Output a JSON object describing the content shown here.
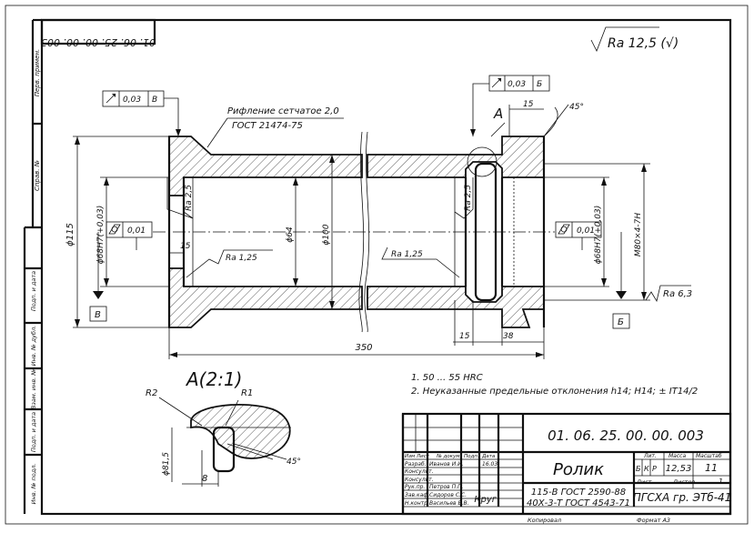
{
  "stamp_mirror": "01. 06. 25. 00. 00. 003",
  "roughness_general": "Ra 12,5 (√)",
  "left_strip": [
    "Перв. примен.",
    "Справ. №",
    "Подп. и дата",
    "Инв. № дубл.",
    "Взам. инв. №",
    "Подп. и дата",
    "Инв. № подл."
  ],
  "knurl_note": {
    "line1": "Рифление сетчатое 2,0",
    "line2": "ГОСТ 21474-75"
  },
  "tolerances": {
    "runout_left": {
      "value": "0,03",
      "datum": "В"
    },
    "runout_right": {
      "value": "0,03",
      "datum": "Б"
    },
    "cyl_left": {
      "value": "0,01"
    },
    "cyl_right": {
      "value": "0,01"
    }
  },
  "dims": {
    "d115": "ϕ115",
    "d68_left": "ϕ68H7(+0,03)",
    "d68_right": "ϕ68H7(+0,03)",
    "d64": "ϕ64",
    "d100": "ϕ100",
    "m80": "M80×4-7H",
    "len_350": "350",
    "len_15_top": "15",
    "len_15_left": "15",
    "len_15_bottom": "15",
    "len_38": "38",
    "angle_45": "45°",
    "ra25_left": "Ra 2,5",
    "ra25_right": "Ra 2,5",
    "ra125_left": "Ra 1,25",
    "ra125_right": "Ra 1,25",
    "ra63": "Ra 6,3",
    "datum_left": "В",
    "datum_right": "Б",
    "section_letter": "А"
  },
  "detail": {
    "title": "А(2:1)",
    "r2": "R2",
    "r1": "R1",
    "d815": "ϕ81,5",
    "w8": "8",
    "angle": "45°"
  },
  "notes": {
    "n1": "1. 50 ... 55 HRC",
    "n2": "2. Неуказанные предельные отклонения h14; H14; ± IT14/2"
  },
  "title_block": {
    "designation": "01. 06. 25. 00. 00. 003",
    "part_name": "Ролик",
    "material_prefix": "Круг",
    "material_1": "115-В ГОСТ 2590-88",
    "material_2": "40Х-3-Т ГОСТ 4543-71",
    "organization": "ПГСХА гр. ЭТб-41",
    "col_headers": [
      "Изм",
      "Лист",
      "№ докум.",
      "Подп.",
      "Дата"
    ],
    "roles": [
      "Разраб.",
      "Консульт.",
      "Консульт.",
      "Рук.пр.",
      "Зав.каф.",
      "Н.контр."
    ],
    "names": [
      "Иванов И.И.",
      "",
      "",
      "Петров П.П.",
      "Сидоров С.С.",
      "Васильев В.В."
    ],
    "date_first": "16.03",
    "lit_label": "Лит.",
    "mass_label": "Масса",
    "scale_label": "Масштаб",
    "lit_cells": [
      "Б",
      "К",
      "Р"
    ],
    "mass": "12,53",
    "scale": "11",
    "sheet_label": "Лист",
    "sheets_label": "Листов",
    "sheets_value": "1",
    "copied": "Копировал",
    "format": "Формат   А3"
  }
}
